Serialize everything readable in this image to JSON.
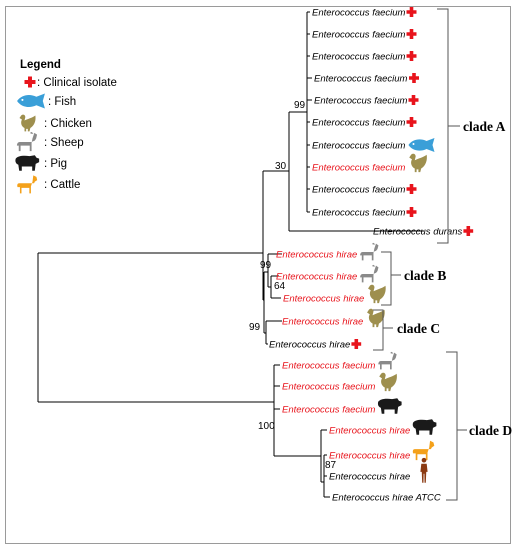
{
  "legend": {
    "title": "Legend",
    "items": [
      {
        "key": "clinical",
        "label": ": Clinical isolate",
        "icon": "red-cross-icon",
        "color": "#e8141c"
      },
      {
        "key": "fish",
        "label": ": Fish",
        "icon": "fish-icon",
        "color": "#3a9fd8"
      },
      {
        "key": "chicken",
        "label": ": Chicken",
        "icon": "chicken-icon",
        "color": "#9e8f4e"
      },
      {
        "key": "sheep",
        "label": ": Sheep",
        "icon": "sheep-icon",
        "color": "#8a8a8a"
      },
      {
        "key": "pig",
        "label": ": Pig",
        "icon": "pig-icon",
        "color": "#1a1a1a"
      },
      {
        "key": "cattle",
        "label": ": Cattle",
        "icon": "cattle-icon",
        "color": "#f4a11a"
      }
    ]
  },
  "taxa": [
    {
      "label": "Enterococcus faecium",
      "color": "#000000",
      "icon": "clinical"
    },
    {
      "label": "Enterococcus faecium",
      "color": "#000000",
      "icon": "clinical"
    },
    {
      "label": "Enterococcus faecium",
      "color": "#000000",
      "icon": "clinical"
    },
    {
      "label": "Enterococcus faecium",
      "color": "#000000",
      "icon": "clinical"
    },
    {
      "label": "Enterococcus faecium",
      "color": "#000000",
      "icon": "clinical"
    },
    {
      "label": "Enterococcus faecium",
      "color": "#000000",
      "icon": "clinical"
    },
    {
      "label": "Enterococcus faecium",
      "color": "#000000",
      "icon": "fish"
    },
    {
      "label": "Enterococcus faecium",
      "color": "#e8141c",
      "icon": "chicken"
    },
    {
      "label": "Enterococcus faecium",
      "color": "#000000",
      "icon": "clinical"
    },
    {
      "label": "Enterococcus faecium",
      "color": "#000000",
      "icon": "clinical"
    },
    {
      "label": "Enterococcus durans",
      "color": "#000000",
      "icon": "clinical"
    },
    {
      "label": "Enterococcus hirae",
      "color": "#e8141c",
      "icon": "sheep"
    },
    {
      "label": "Enterococcus hirae",
      "color": "#e8141c",
      "icon": "sheep"
    },
    {
      "label": "Enterococcus hirae",
      "color": "#e8141c",
      "icon": "chicken"
    },
    {
      "label": "Enterococcus hirae",
      "color": "#e8141c",
      "icon": "chicken"
    },
    {
      "label": "Enterococcus hirae",
      "color": "#000000",
      "icon": "clinical"
    },
    {
      "label": "Enterococcus faecium",
      "color": "#e8141c",
      "icon": "sheep"
    },
    {
      "label": "Enterococcus faecium",
      "color": "#e8141c",
      "icon": "chicken"
    },
    {
      "label": "Enterococcus faecium",
      "color": "#e8141c",
      "icon": "pig"
    },
    {
      "label": "Enterococcus hirae",
      "color": "#e8141c",
      "icon": "pig"
    },
    {
      "label": "Enterococcus hirae",
      "color": "#e8141c",
      "icon": "cattle"
    },
    {
      "label": "Enterococcus hirae",
      "color": "#000000",
      "icon": "human"
    },
    {
      "label": "Enterococcus hirae ATCC",
      "color": "#000000",
      "icon": "none"
    }
  ],
  "bootstrap": [
    "99",
    "30",
    "99",
    "64",
    "99",
    "100",
    "87"
  ],
  "clades": [
    "clade A",
    "clade B",
    "clade C",
    "clade D"
  ],
  "icon_colors": {
    "clinical": "#e8141c",
    "fish": "#3a9fd8",
    "chicken": "#9e8f4e",
    "sheep": "#8a8a8a",
    "pig": "#1a1a1a",
    "cattle": "#f4a11a",
    "human": "#8b3a12"
  }
}
